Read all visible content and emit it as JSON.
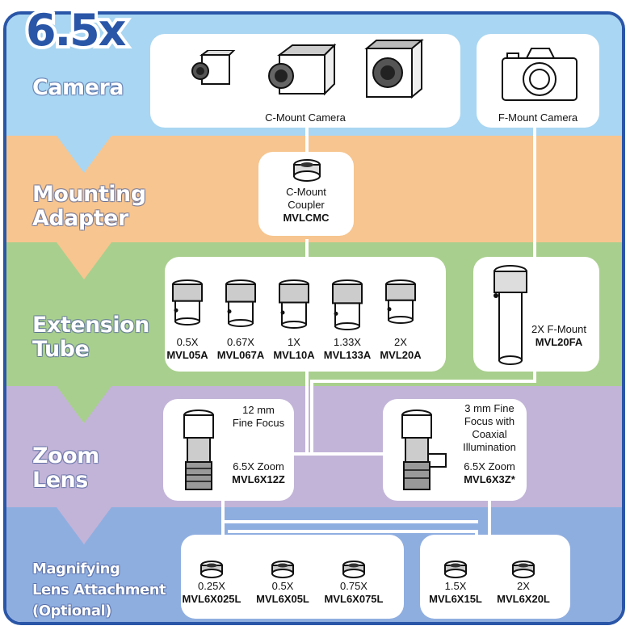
{
  "badge": {
    "text": "6.5x"
  },
  "colors": {
    "frame": "#2a56a8",
    "camera": "#a9d6f2",
    "adapter": "#f7c58f",
    "tube": "#a9cf8e",
    "zoom": "#c2b4d8",
    "magnify": "#8faee0"
  },
  "bands": {
    "camera": "Camera",
    "adapter": [
      "Mounting",
      "Adapter"
    ],
    "tube": [
      "Extension",
      "Tube"
    ],
    "zoom": [
      "Zoom",
      "Lens"
    ],
    "magnify": [
      "Magnifying",
      "Lens Attachment",
      "(Optional)"
    ]
  },
  "camera": {
    "c_mount": "C-Mount Camera",
    "f_mount": "F-Mount Camera"
  },
  "adapter": {
    "line1": "C-Mount",
    "line2": "Coupler",
    "part": "MVLCMC"
  },
  "tubes": [
    {
      "mag": "0.5X",
      "part": "MVL05A"
    },
    {
      "mag": "0.67X",
      "part": "MVL067A"
    },
    {
      "mag": "1X",
      "part": "MVL10A"
    },
    {
      "mag": "1.33X",
      "part": "MVL133A"
    },
    {
      "mag": "2X",
      "part": "MVL20A"
    }
  ],
  "fmount_tube": {
    "mag": "2X F-Mount",
    "part": "MVL20FA"
  },
  "zoom": [
    {
      "feature": [
        "12 mm",
        "Fine Focus"
      ],
      "name": "6.5X Zoom",
      "part": "MVL6X12Z"
    },
    {
      "feature": [
        "3 mm Fine",
        "Focus with",
        "Coaxial",
        "Illumination"
      ],
      "name": "6.5X Zoom",
      "part": "MVL6X3Z*"
    }
  ],
  "attachments": [
    {
      "mag": "0.25X",
      "part": "MVL6X025L"
    },
    {
      "mag": "0.5X",
      "part": "MVL6X05L"
    },
    {
      "mag": "0.75X",
      "part": "MVL6X075L"
    },
    {
      "mag": "1.5X",
      "part": "MVL6X15L"
    },
    {
      "mag": "2X",
      "part": "MVL6X20L"
    }
  ]
}
